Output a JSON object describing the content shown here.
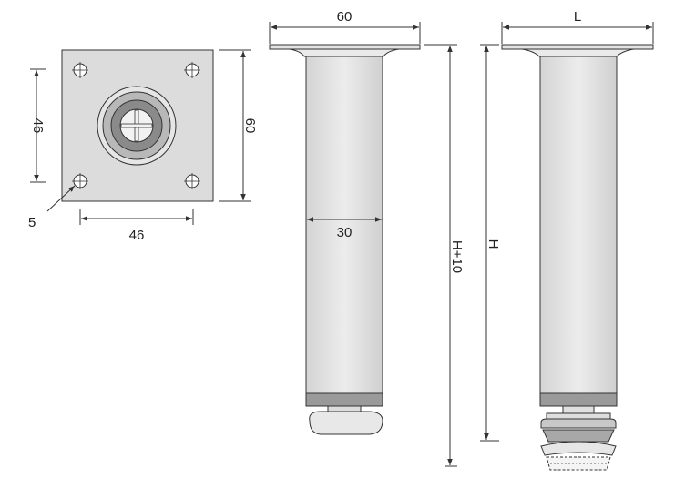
{
  "plate_view": {
    "height_label": "46",
    "width_label": "46",
    "side_label": "60",
    "hole_label": "5"
  },
  "front_view": {
    "top_width_label": "60",
    "tube_width_label": "30",
    "overall_height_label": "H+10"
  },
  "side_view": {
    "top_width_label": "L",
    "height_label": "H"
  },
  "colors": {
    "line": "#333333",
    "plate_fill": "#dcdcdc",
    "tube_fill": "#e2e2e2",
    "band_fill": "#9a9a9a",
    "foot_fill": "#e8e8e8"
  }
}
